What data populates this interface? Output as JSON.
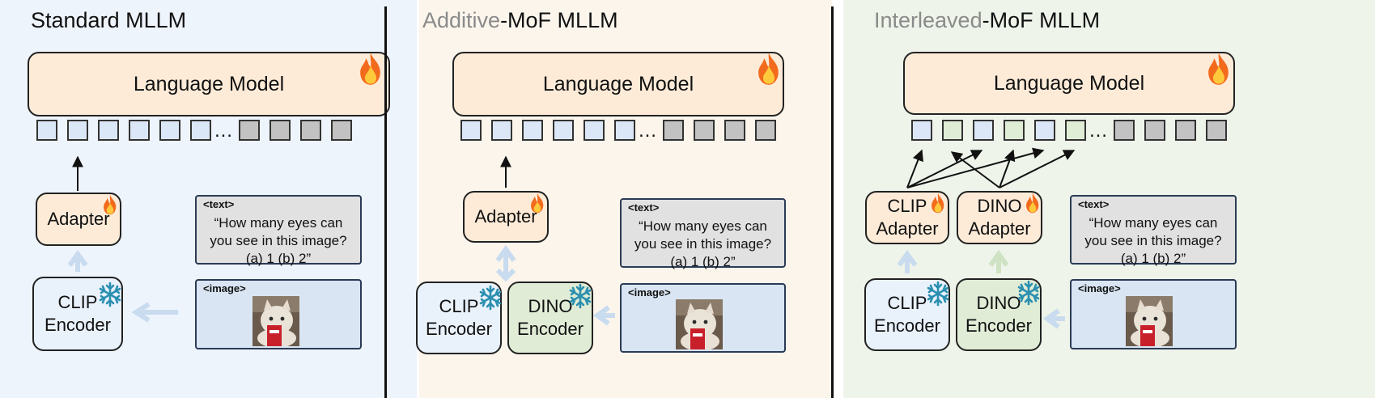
{
  "panels": [
    {
      "title_highlight": "",
      "title_rest": "Standard MLLM",
      "language_model": "Language Model",
      "adapters": [
        "Adapter"
      ],
      "encoders": [
        "CLIP Encoder"
      ],
      "text_tag": "<text>",
      "text_quote": "“How many eyes can you see in this image? (a) 1 (b) 2”",
      "image_tag": "<image>",
      "background": "#eef4fc"
    },
    {
      "title_highlight": "Additive",
      "title_rest": "-MoF MLLM",
      "language_model": "Language Model",
      "adapters": [
        "Adapter"
      ],
      "encoders": [
        "CLIP Encoder",
        "DINO Encoder"
      ],
      "text_tag": "<text>",
      "text_quote": "“How many eyes can you see in this image? (a) 1 (b) 2”",
      "image_tag": "<image>",
      "background": "#fbf5ec"
    },
    {
      "title_highlight": "Interleaved",
      "title_rest": "-MoF MLLM",
      "language_model": "Language Model",
      "adapters": [
        "CLIP Adapter",
        "DINO Adapter"
      ],
      "encoders": [
        "CLIP Encoder",
        "DINO Encoder"
      ],
      "text_tag": "<text>",
      "text_quote": "“How many eyes can you see in this image? (a) 1 (b) 2”",
      "image_tag": "<image>",
      "background": "#eef4ea"
    }
  ],
  "ellipsis": "…",
  "icons": {
    "trainable": "fire-icon",
    "frozen": "snowflake-icon"
  },
  "colors": {
    "adapter_lm": "#fdebd8",
    "clip": "#e9f1fb",
    "dino": "#e0ecd6",
    "text_token": "#c2c2c2"
  }
}
